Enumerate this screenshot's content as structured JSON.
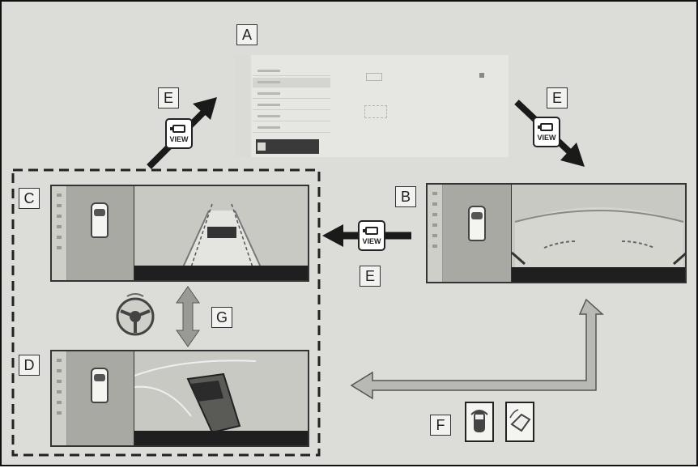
{
  "labels": {
    "a": "A",
    "b": "B",
    "c": "C",
    "d": "D",
    "e1": "E",
    "e2": "E",
    "e3": "E",
    "f": "F",
    "g": "G"
  },
  "view_button": {
    "text": "VIEW"
  },
  "colors": {
    "background": "#dcdcd8",
    "arrow_black": "#1a1a1a",
    "arrow_gray": "#9a9a95",
    "screen_bar": "#1f1f1f"
  },
  "icons": {
    "steering_wheel": "steering-wheel-icon",
    "front_camera": "front-camera-view-icon",
    "side_camera": "side-clearance-view-icon"
  }
}
